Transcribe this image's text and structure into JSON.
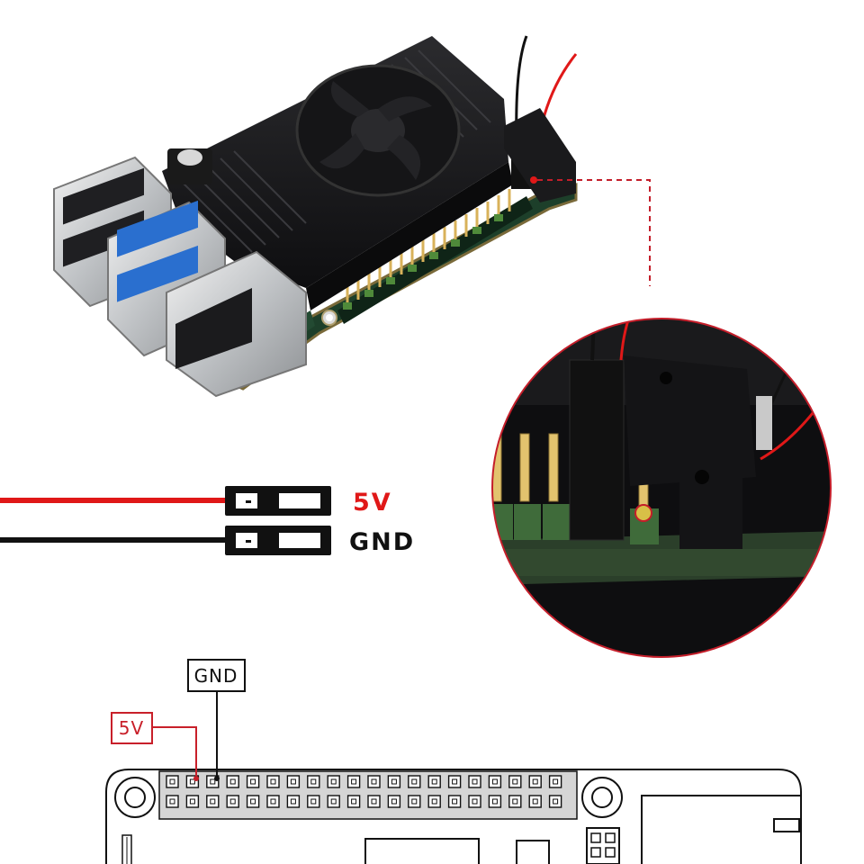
{
  "wire_legend": {
    "power_label": "5V",
    "ground_label": "GND",
    "power_color": "#e01818",
    "ground_color": "#111111"
  },
  "pinout": {
    "power_label": "5V",
    "ground_label": "GND",
    "power_color": "#c8202a",
    "ground_color": "#111111"
  },
  "colors": {
    "heatsink": "#1b1b1d",
    "pcb": "#1d3f2a",
    "pin_gold": "#d8b25a",
    "zoom_circle": "#c41e2a"
  }
}
